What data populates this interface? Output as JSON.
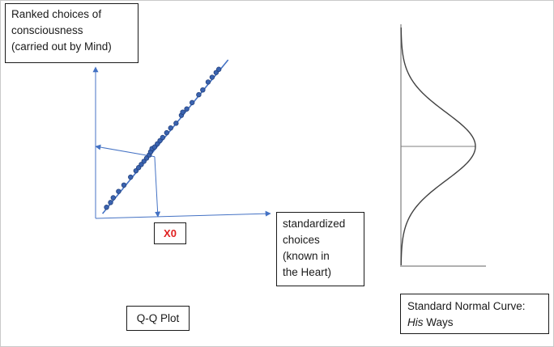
{
  "labels": {
    "y_axis_lines": [
      "Ranked choices of",
      "consciousness",
      "(carried out by Mind)"
    ],
    "x_axis_lines": [
      "standardized",
      "choices",
      "(known in",
      "the Heart)"
    ],
    "marker": "X0",
    "qq_title": "Q-Q Plot",
    "normal_title_line1": "Standard Normal Curve:",
    "normal_title_em": "His",
    "normal_title_rest": " Ways"
  },
  "colors": {
    "axis_blue": "#4472c4",
    "point_fill": "#3a63b0",
    "point_stroke": "#24427e",
    "curve": "#404040",
    "marker_text": "#e02020"
  },
  "chart_data": {
    "type": "scatter",
    "title": "Q-Q Plot",
    "points": [
      [
        0.07,
        0.06
      ],
      [
        0.1,
        0.09
      ],
      [
        0.12,
        0.12
      ],
      [
        0.16,
        0.16
      ],
      [
        0.2,
        0.2
      ],
      [
        0.25,
        0.25
      ],
      [
        0.29,
        0.29
      ],
      [
        0.31,
        0.31
      ],
      [
        0.33,
        0.33
      ],
      [
        0.35,
        0.35
      ],
      [
        0.37,
        0.37
      ],
      [
        0.39,
        0.39
      ],
      [
        0.4,
        0.41
      ],
      [
        0.41,
        0.43
      ],
      [
        0.43,
        0.44
      ],
      [
        0.45,
        0.46
      ],
      [
        0.47,
        0.48
      ],
      [
        0.49,
        0.5
      ],
      [
        0.52,
        0.53
      ],
      [
        0.55,
        0.56
      ],
      [
        0.59,
        0.59
      ],
      [
        0.63,
        0.64
      ],
      [
        0.64,
        0.66
      ],
      [
        0.67,
        0.68
      ],
      [
        0.71,
        0.72
      ],
      [
        0.76,
        0.77
      ],
      [
        0.79,
        0.8
      ],
      [
        0.83,
        0.85
      ],
      [
        0.86,
        0.88
      ],
      [
        0.89,
        0.91
      ],
      [
        0.91,
        0.93
      ]
    ],
    "fit_line": [
      [
        0.04,
        0.02
      ],
      [
        0.98,
        0.99
      ]
    ],
    "x0_value": 0.43,
    "normal_curve": {
      "mean": 0,
      "sd": 1,
      "orientation": "vertical"
    }
  }
}
